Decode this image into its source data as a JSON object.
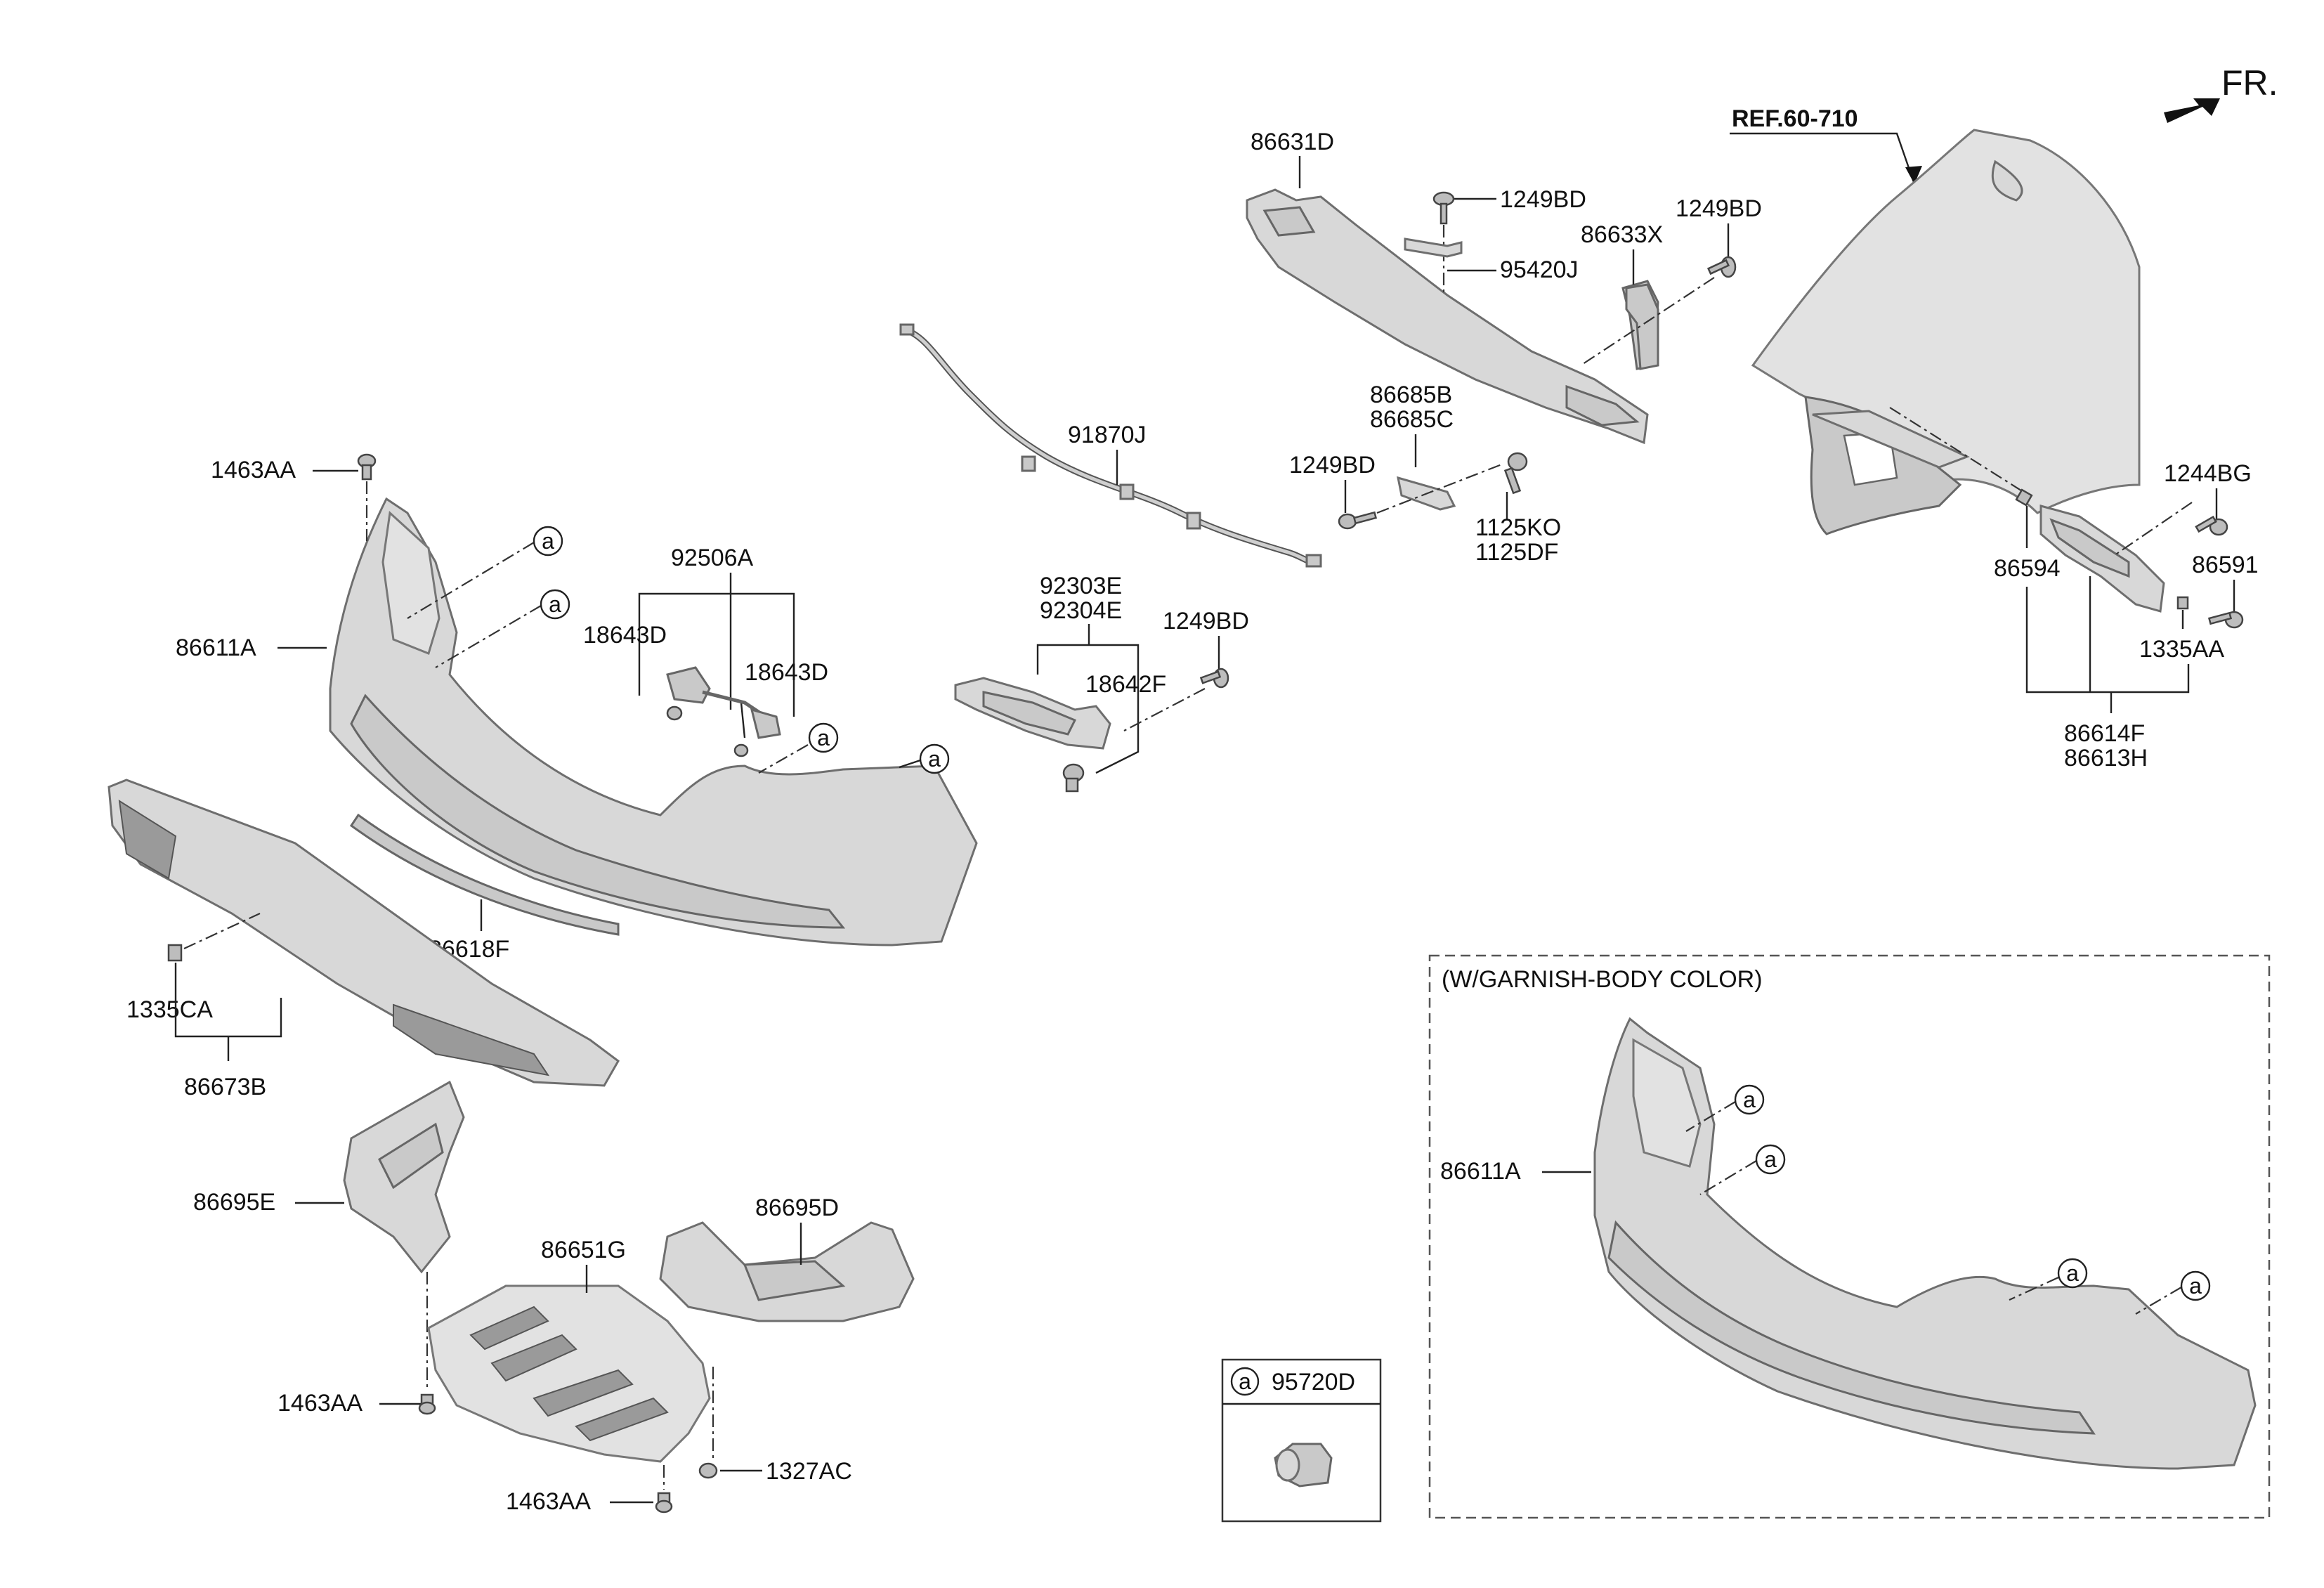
{
  "ref_label": "REF.60-710",
  "direction_label": "FR.",
  "inset_title": "(W/GARNISH-BODY COLOR)",
  "legend": {
    "marker": "a",
    "part": "95720D"
  },
  "callout_marker": "a",
  "labels": {
    "l_86631D": "86631D",
    "l_1249BD_top": "1249BD",
    "l_1249BD_right": "1249BD",
    "l_86633X": "86633X",
    "l_95420J": "95420J",
    "l_86685B": "86685B",
    "l_86685C": "86685C",
    "l_1249BD_mid": "1249BD",
    "l_1125KO": "1125KO",
    "l_1125DF": "1125DF",
    "l_91870J": "91870J",
    "l_1463AA_top": "1463AA",
    "l_92506A": "92506A",
    "l_18643D_left": "18643D",
    "l_18643D_right": "18643D",
    "l_86611A": "86611A",
    "l_92303E": "92303E",
    "l_92304E": "92304E",
    "l_1249BD_lamp": "1249BD",
    "l_18642F": "18642F",
    "l_86618F": "86618F",
    "l_1335CA": "1335CA",
    "l_86673B": "86673B",
    "l_86695E": "86695E",
    "l_86695D": "86695D",
    "l_86651G": "86651G",
    "l_1463AA_left": "1463AA",
    "l_1463AA_bottom": "1463AA",
    "l_1327AC": "1327AC",
    "l_1244BG": "1244BG",
    "l_86594": "86594",
    "l_86591": "86591",
    "l_1335AA": "1335AA",
    "l_86614F": "86614F",
    "l_86613H": "86613H",
    "l_86611A_inset": "86611A"
  }
}
